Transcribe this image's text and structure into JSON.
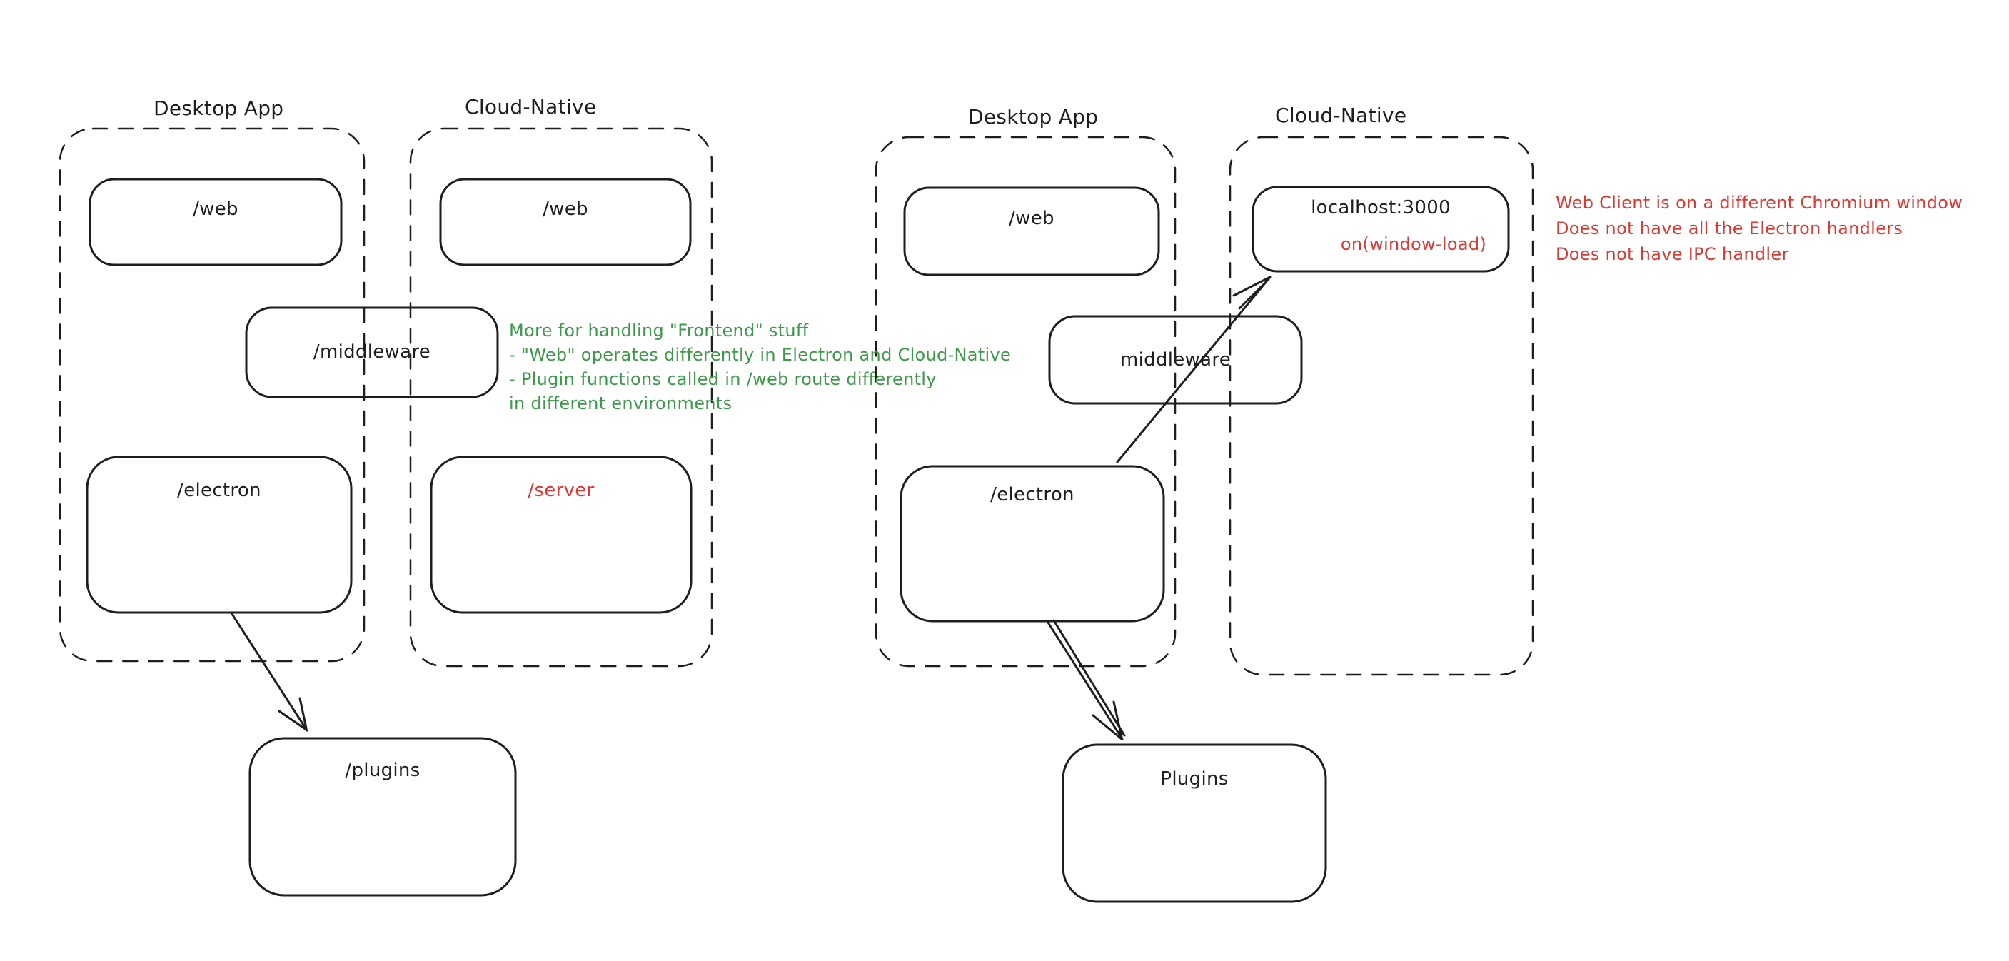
{
  "colors": {
    "stroke": "#1e1e1e",
    "red": "#d83a34",
    "green": "#3e9a4b",
    "background": "#ffffff"
  },
  "left": {
    "desktop_title": "Desktop App",
    "cloud_title": "Cloud-Native",
    "web_desktop": "/web",
    "web_cloud": "/web",
    "middleware": "/middleware",
    "electron": "/electron",
    "server": "/server",
    "plugins": "/plugins",
    "note_lines": [
      "More for handling \"Frontend\" stuff",
      "- \"Web\" operates differently in Electron and Cloud-Native",
      "- Plugin functions called in /web route differently",
      "in different environments"
    ]
  },
  "right": {
    "desktop_title": "Desktop App",
    "cloud_title": "Cloud-Native",
    "web_desktop": "/web",
    "middleware": "middleware",
    "electron": "/electron",
    "localhost": "localhost:3000",
    "localhost_event": "on(window-load)",
    "plugins": "Plugins",
    "note_lines": [
      "Web Client is on a different Chromium window",
      "Does not have all the Electron handlers",
      "Does not have IPC handler"
    ]
  }
}
